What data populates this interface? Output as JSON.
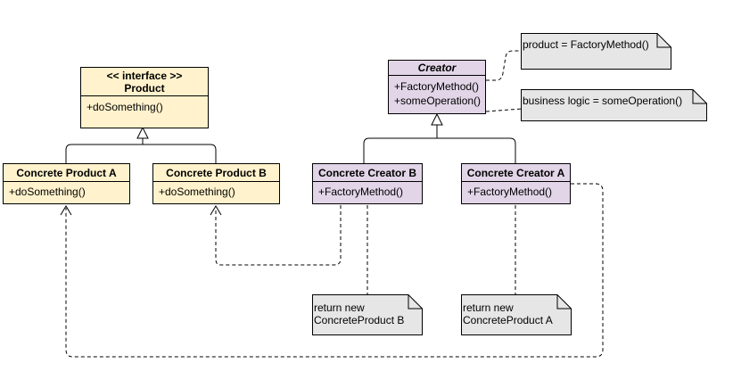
{
  "colors": {
    "product_fill": "#fff2cc",
    "creator_fill": "#e1d5e7",
    "note_fill": "#e6e6e6",
    "stroke": "#000000"
  },
  "product_interface": {
    "stereotype": "<< interface >>",
    "name": "Product",
    "methods": [
      "+doSomething()"
    ]
  },
  "concrete_product_a": {
    "name": "Concrete Product A",
    "methods": [
      "+doSomething()"
    ]
  },
  "concrete_product_b": {
    "name": "Concrete Product B",
    "methods": [
      "+doSomething()"
    ]
  },
  "creator": {
    "name": "Creator",
    "methods": [
      "+FactoryMethod()",
      "+someOperation()"
    ]
  },
  "concrete_creator_b": {
    "name": "Concrete Creator B",
    "methods": [
      "+FactoryMethod()"
    ]
  },
  "concrete_creator_a": {
    "name": "Concrete Creator A",
    "methods": [
      "+FactoryMethod()"
    ]
  },
  "notes": {
    "factory_method": "product = FactoryMethod()",
    "business_logic": "business logic = someOperation()",
    "return_b": [
      "return new",
      "ConcreteProduct B"
    ],
    "return_a": [
      "return new",
      "ConcreteProduct A"
    ]
  }
}
